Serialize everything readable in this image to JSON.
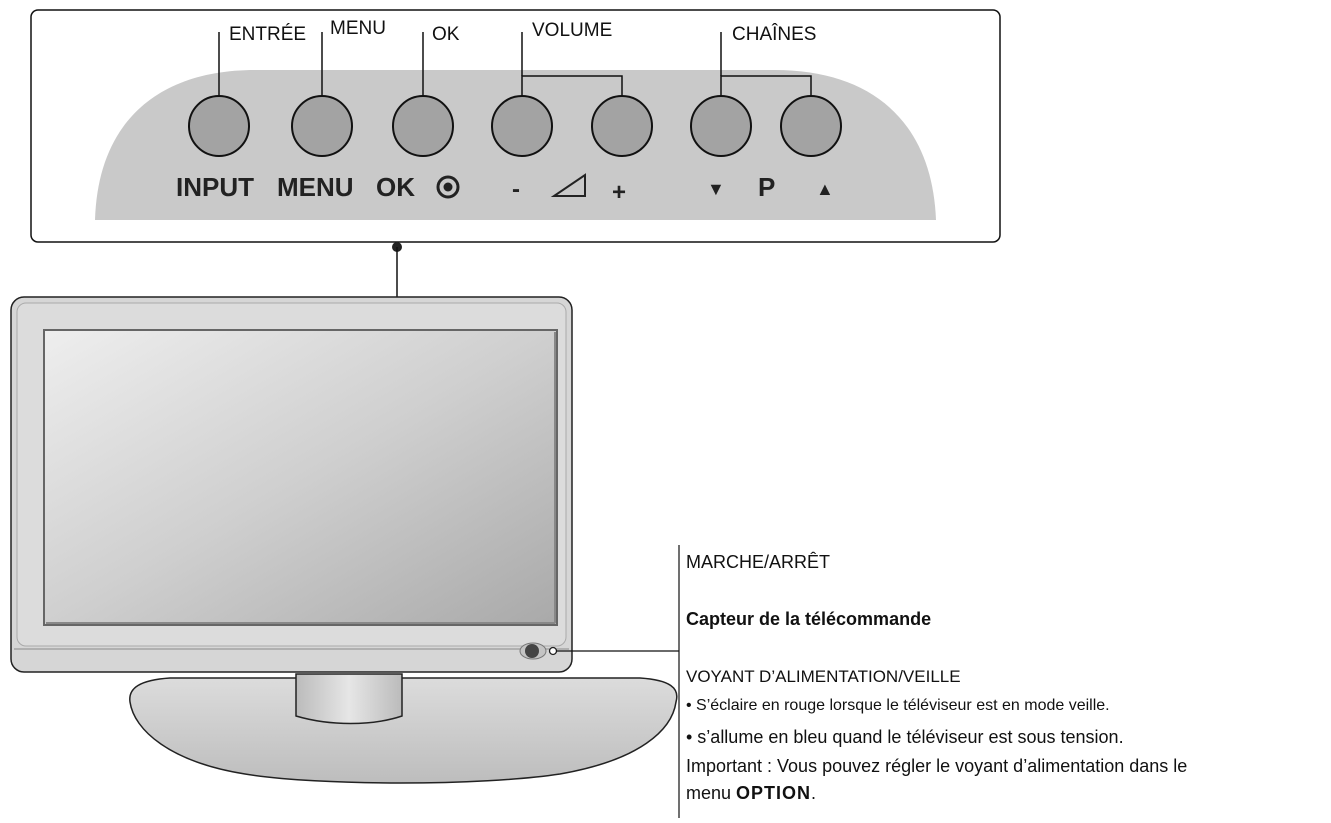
{
  "control_panel": {
    "callouts": {
      "entree": "ENTRÉE",
      "menu": "MENU",
      "ok": "OK",
      "volume": "VOLUME",
      "chaines": "CHAÎNES"
    },
    "bottom_labels": {
      "input": "INPUT",
      "menu": "MENU",
      "ok": "OK",
      "vol_minus": "-",
      "vol_plus": "+",
      "ch_down": "▼",
      "ch_p": "P",
      "ch_up": "▲"
    }
  },
  "info": {
    "power": "MARCHE/ARRÊT",
    "remote_sensor": "Capteur de la télécommande",
    "indicator_title": "VOYANT D’ALIMENTATION/VEILLE",
    "bullet1": "• S’éclaire en rouge lorsque le téléviseur est en mode veille.",
    "bullet2": "• s’allume en bleu quand le téléviseur est sous tension.",
    "important_line1": "Important : Vous pouvez régler le voyant d’alimentation dans le",
    "important_prefix": "menu ",
    "important_option": "OPTION",
    "important_suffix": "."
  },
  "colors": {
    "panel_gray": "#c9c9c9",
    "button_gray": "#a3a3a3",
    "bezel": "#d6d6d6"
  }
}
